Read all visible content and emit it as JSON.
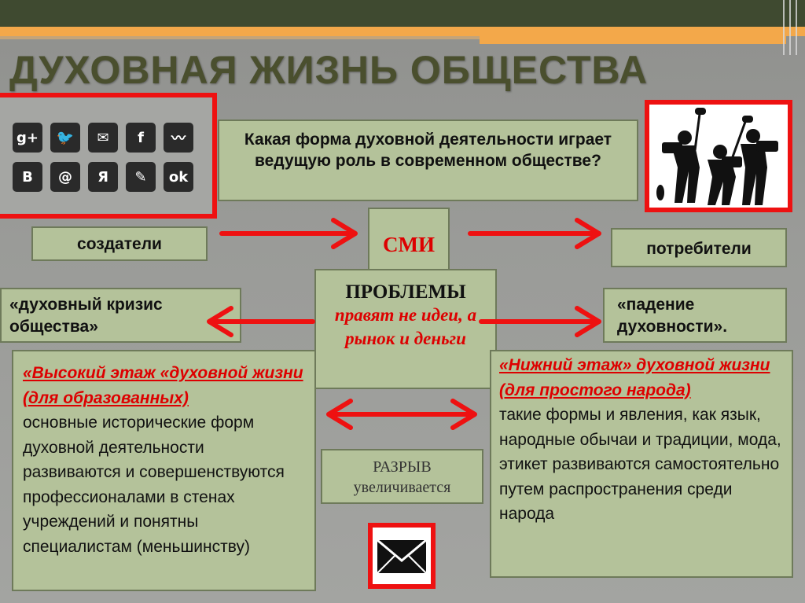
{
  "slide": {
    "title": "ДУХОВНАЯ ЖИЗНЬ ОБЩЕСТВА"
  },
  "social_icons": [
    {
      "icon": "google-plus-icon",
      "glyph": "g+"
    },
    {
      "icon": "twitter-icon",
      "glyph": "🐦"
    },
    {
      "icon": "mail-icon",
      "glyph": "✉"
    },
    {
      "icon": "facebook-icon",
      "glyph": "f"
    },
    {
      "icon": "rss-icon",
      "glyph": "〰"
    },
    {
      "icon": "vk-icon",
      "glyph": "B"
    },
    {
      "icon": "at-icon",
      "glyph": "@"
    },
    {
      "icon": "yandex-icon",
      "glyph": "Я"
    },
    {
      "icon": "pencil-icon",
      "glyph": "✎"
    },
    {
      "icon": "odnoklassniki-icon",
      "glyph": "ok"
    }
  ],
  "question": "Какая форма духовной деятельности играет ведущую роль в современном обществе?",
  "nodes": {
    "creators": "создатели",
    "media": "СМИ",
    "consumers": "потребители",
    "problems_heading": "ПРОБЛЕМЫ",
    "problems_text": "правят не идеи, а рынок и деньги",
    "crisis": "«духовный кризис общества»",
    "decline": "«падение духовности».",
    "gap_line1": "РАЗРЫВ",
    "gap_line2": "увеличивается"
  },
  "high_floor": {
    "heading": "«Высокий этаж «духовной жизни (для образованных)",
    "body": "основные исторические форм духовной деятельности развиваются и совершенствуются профессионалами в стенах учреждений и понятны специалистам (меньшинству)"
  },
  "low_floor": {
    "heading": "«Нижний этаж» духовной жизни (для простого народа)",
    "body": "такие формы и явления, как язык, народные обычаи и традиции, мода, этикет развиваются самостоятельно путем распространения среди народа"
  },
  "colors": {
    "accent_red": "#ee1111",
    "box_fill": "#b4c29a",
    "title": "#4a4f2e",
    "top_bar": "#3f4a30",
    "stripe": "#f3a84a"
  }
}
